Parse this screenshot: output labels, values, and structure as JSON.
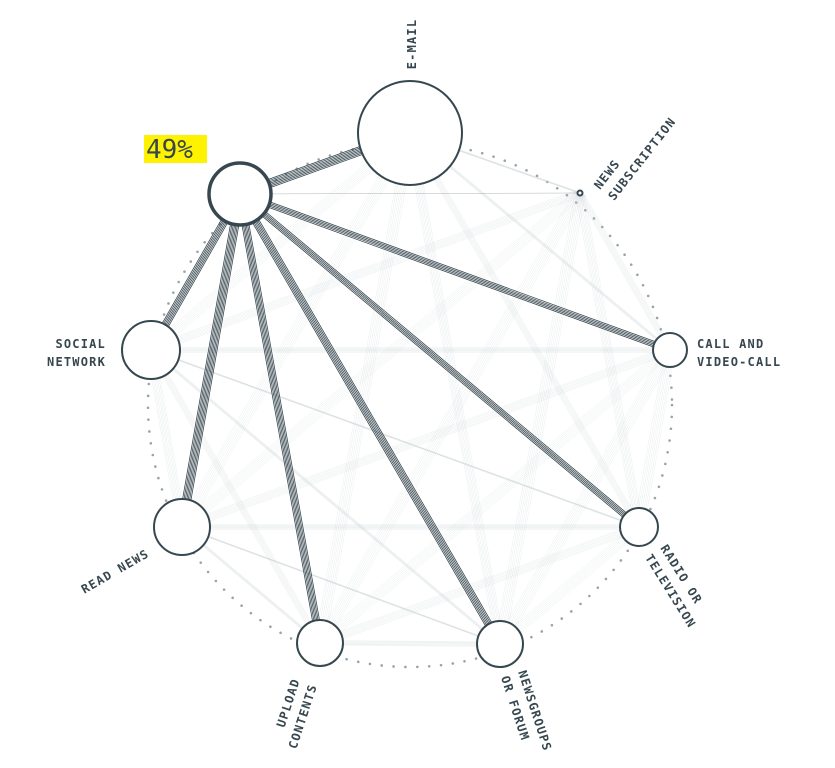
{
  "highlight": {
    "percent_label": "49%",
    "highlight_color": "#fff200"
  },
  "colors": {
    "ink": "#37474f",
    "faint": "#c5cfd2",
    "dots": "#9aa4a8"
  },
  "nodes": [
    {
      "id": "email",
      "lines": [
        "E-MAIL"
      ],
      "size": 1.0
    },
    {
      "id": "news-subscription",
      "lines": [
        "NEWS",
        "SUBSCRIPTION"
      ],
      "size": 0.04
    },
    {
      "id": "call-video",
      "lines": [
        "CALL AND",
        "VIDEO-CALL"
      ],
      "size": 0.33
    },
    {
      "id": "radio-tv",
      "lines": [
        "RADIO OR",
        "TELEVISION"
      ],
      "size": 0.38
    },
    {
      "id": "newsgroups",
      "lines": [
        "NEWSGROUPS",
        "OR FORUM"
      ],
      "size": 0.45
    },
    {
      "id": "upload",
      "lines": [
        "UPLOAD",
        "CONTENTS"
      ],
      "size": 0.45
    },
    {
      "id": "read-news",
      "lines": [
        "READ NEWS"
      ],
      "size": 0.55
    },
    {
      "id": "social",
      "lines": [
        "SOCIAL",
        "NETWORK"
      ],
      "size": 0.55
    },
    {
      "id": "selected",
      "lines": [],
      "size": 0.6,
      "selected": true
    }
  ],
  "links_from_selected": [
    {
      "to": "email",
      "strength": 7
    },
    {
      "to": "call-video",
      "strength": 5
    },
    {
      "to": "radio-tv",
      "strength": 5
    },
    {
      "to": "newsgroups",
      "strength": 6
    },
    {
      "to": "upload",
      "strength": 6
    },
    {
      "to": "read-news",
      "strength": 7
    },
    {
      "to": "social",
      "strength": 6
    },
    {
      "to": "news-subscription",
      "strength": 1
    }
  ]
}
